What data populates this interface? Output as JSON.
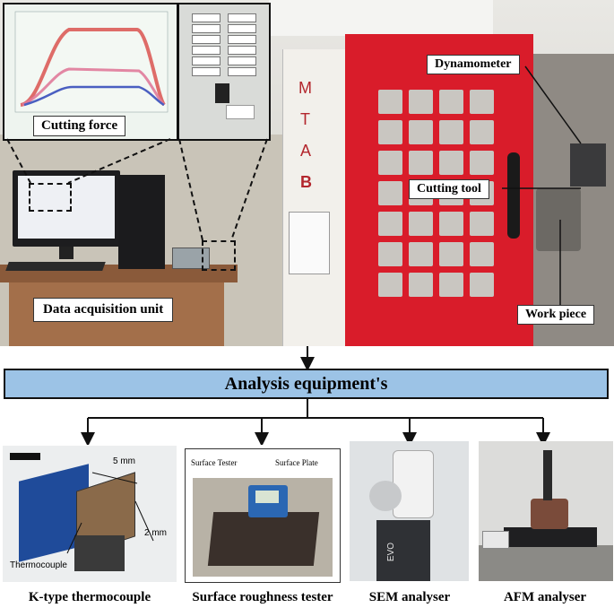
{
  "top_labels": {
    "cutting_force": "Cutting force",
    "dynamometer": "Dynamometer",
    "cutting_tool": "Cutting tool",
    "work_piece": "Work piece",
    "data_acquisition": "Data acquisition unit",
    "machine_brand": [
      "M",
      "T",
      "A",
      "B"
    ]
  },
  "analysis_bar": {
    "label": "Analysis equipment's",
    "color": "#9cc3e6"
  },
  "instruments": [
    {
      "caption": "K-type thermocouple"
    },
    {
      "caption": "Surface roughness tester"
    },
    {
      "caption": "SEM analyser"
    },
    {
      "caption": "AFM analyser"
    }
  ],
  "thermocouple_labels": {
    "dim1": "5 mm",
    "dim2": "2 mm",
    "sensor": "Thermocouple"
  },
  "surface_labels": {
    "tester": "Surface Tester",
    "plate": "Surface Plate"
  },
  "sem_text": "EVO",
  "colors": {
    "machine_red": "#d91c2a",
    "force_red": "#d9534f",
    "force_pink": "#e07a9a",
    "force_blue": "#4a5fc1"
  }
}
